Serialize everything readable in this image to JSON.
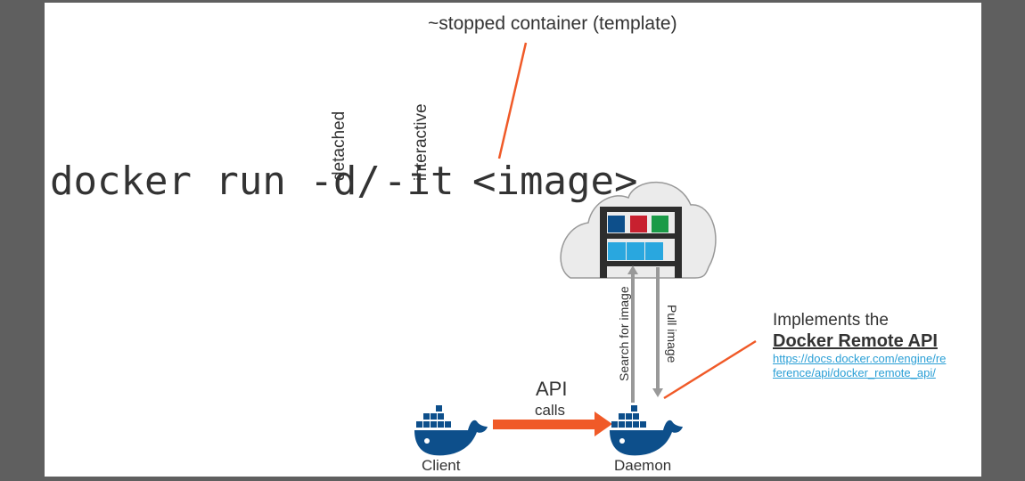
{
  "slide": {
    "annotation_top": "~stopped container (template)",
    "command": {
      "base": "docker run -d/",
      "arg": "<image>",
      "overlap_flag": "-it",
      "label_detached": "detached",
      "label_interactive": "interactive"
    },
    "diagram": {
      "search_label": "Search for image",
      "pull_label": "Pull image",
      "api_label": "API",
      "calls_label": "calls",
      "client_label": "Client",
      "daemon_label": "Daemon",
      "implements": "Implements the",
      "remote_api": "Docker Remote API",
      "link_line1": "https://docs.docker.com/engine/re",
      "link_line2": "ference/api/docker_remote_api/"
    },
    "colors": {
      "accent": "#f05a28",
      "docker_blue": "#0d4f8b",
      "link": "#2a9fd6",
      "frame": "#5f5f5f"
    }
  }
}
